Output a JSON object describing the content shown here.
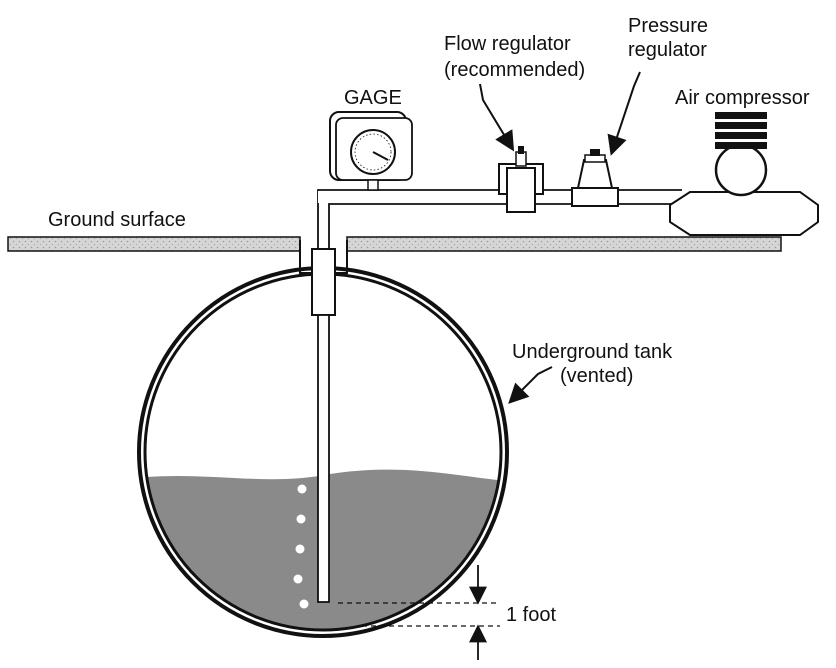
{
  "labels": {
    "gage": "GAGE",
    "flow_regulator_line1": "Flow regulator",
    "flow_regulator_line2": "(recommended)",
    "pressure_regulator_line1": "Pressure",
    "pressure_regulator_line2": "regulator",
    "air_compressor": "Air compressor",
    "ground_surface": "Ground surface",
    "underground_tank_line1": "Underground tank",
    "underground_tank_line2": "(vented)",
    "one_foot": "1 foot"
  },
  "colors": {
    "line": "#111111",
    "liquid": "#8a8a8a",
    "ground_fill": "#d6d6d6",
    "bubble": "#ffffff"
  }
}
